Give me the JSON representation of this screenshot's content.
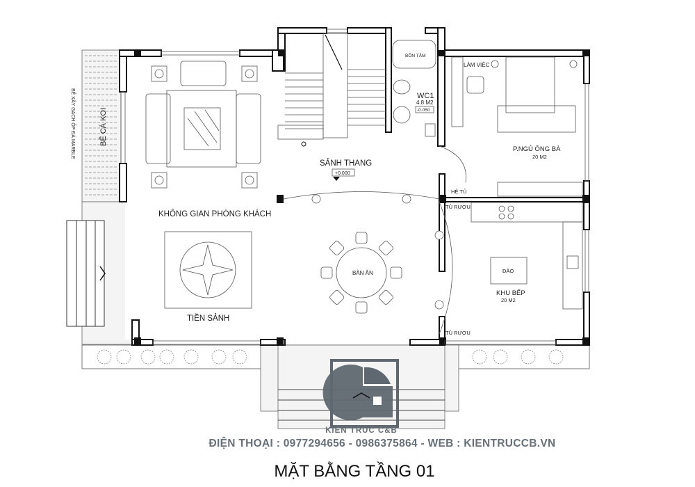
{
  "title": "MẶT BẰNG TẦNG 01",
  "brand": {
    "name": "KIẾN TRÚC C&B",
    "contact": "ĐIỆN THOẠI : 0977294656 - 0986375864 - WEB : KIENTRUCCB.VN",
    "logo_color": "#5f6870"
  },
  "rooms": {
    "living": "KHÔNG GIAN PHÒNG KHÁCH",
    "foyer": "TIỀN SẢNH",
    "stair_hall": "SẢNH THANG",
    "stair_level": "+0.000",
    "dining_table": "BÀN ĂN",
    "wc_name": "WC1",
    "wc_area": "4.8 M2",
    "wc_level": "-0.050",
    "bathtub": "BỒN TẮM",
    "study": "LÀM VIỆC",
    "bedroom_name": "P.NGỦ ÔNG BÀ",
    "bedroom_area": "20 M2",
    "wardrobe": "HỆ TỦ",
    "wine_cabinet_1": "TỦ RƯỢU",
    "wine_cabinet_2": "TỦ RƯỢU",
    "island": "ĐẢO",
    "kitchen_name": "KHU BẾP",
    "kitchen_area": "20 M2",
    "koi_pond": "BỂ CÁ KOI",
    "koi_note": "BỂ XÂY GẠCH ỐP ĐÁ MARBLE"
  }
}
